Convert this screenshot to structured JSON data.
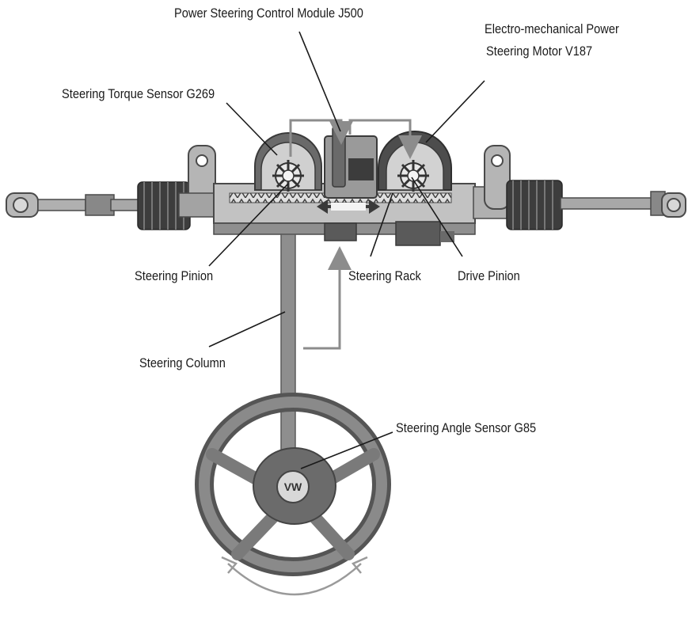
{
  "labels": {
    "control_module": "Power Steering Control Module J500",
    "motor_line1": "Electro-mechanical Power",
    "motor_line2": "Steering Motor V187",
    "torque_sensor": "Steering Torque Sensor G269",
    "steering_pinion": "Steering Pinion",
    "steering_rack": "Steering Rack",
    "drive_pinion": "Drive Pinion",
    "steering_column": "Steering Column",
    "angle_sensor": "Steering Angle Sensor G85"
  },
  "emblem": "VW",
  "colors": {
    "dark": "#4a4a4a",
    "mid": "#7a7a7a",
    "light": "#b8b8b8",
    "housing": "#9a9a9a",
    "signal_line": "#8c8c8c"
  }
}
